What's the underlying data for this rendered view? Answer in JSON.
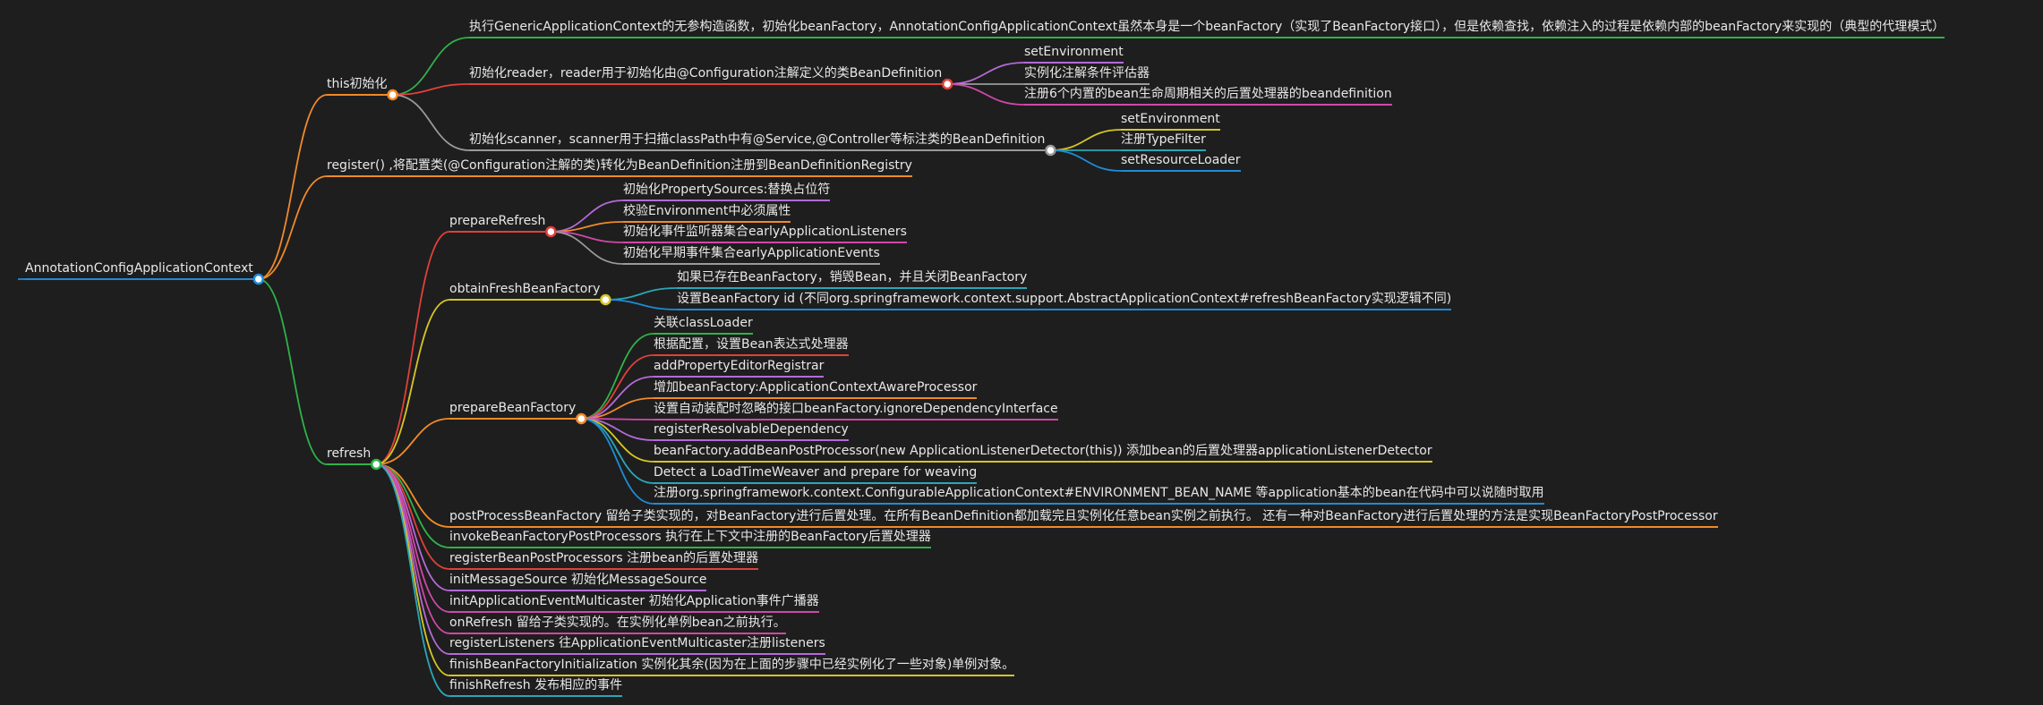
{
  "root": "AnnotationConfigApplicationContext",
  "nodes": {
    "this_init": "this初始化",
    "generic_ctor": "执行GenericApplicationContext的无参构造函数，初始化beanFactory，AnnotationConfigApplicationContext虽然本身是一个beanFactory（实现了BeanFactory接口），但是依赖查找，依赖注入的过程是依赖内部的beanFactory来实现的（典型的代理模式）",
    "reader": "初始化reader，reader用于初始化由@Configuration注解定义的类BeanDefinition",
    "reader_children": [
      "setEnvironment",
      "实例化注解条件评估器",
      "注册6个内置的bean生命周期相关的后置处理器的beandefinition"
    ],
    "scanner": "初始化scanner，scanner用于扫描classPath中有@Service,@Controller等标注类的BeanDefinition",
    "scanner_children": [
      "setEnvironment",
      "注册TypeFilter",
      "setResourceLoader"
    ],
    "register": "register() ,将配置类(@Configuration注解的类)转化为BeanDefinition注册到BeanDefinitionRegistry",
    "refresh": "refresh",
    "prepare_refresh": "prepareRefresh",
    "prepare_refresh_children": [
      "初始化PropertySources:替换占位符",
      "校验Environment中必须属性",
      "初始化事件监听器集合earlyApplicationListeners",
      "初始化早期事件集合earlyApplicationEvents"
    ],
    "obtain": "obtainFreshBeanFactory",
    "obtain_children": [
      "如果已存在BeanFactory，销毁Bean，并且关闭BeanFactory",
      "设置BeanFactory id (不同org.springframework.context.support.AbstractApplicationContext#refreshBeanFactory实现逻辑不同)"
    ],
    "prepare_bf": "prepareBeanFactory",
    "prepare_bf_children": [
      "关联classLoader",
      "根据配置，设置Bean表达式处理器",
      "addPropertyEditorRegistrar",
      "增加beanFactory:ApplicationContextAwareProcessor",
      "设置自动装配时忽略的接口beanFactory.ignoreDependencyInterface",
      "registerResolvableDependency",
      "beanFactory.addBeanPostProcessor(new ApplicationListenerDetector(this)) 添加bean的后置处理器applicationListenerDetector",
      "Detect a LoadTimeWeaver and prepare for weaving",
      "注册org.springframework.context.ConfigurableApplicationContext#ENVIRONMENT_BEAN_NAME 等application基本的bean在代码中可以说随时取用"
    ],
    "refresh_rest": [
      "postProcessBeanFactory 留给子类实现的，对BeanFactory进行后置处理。在所有BeanDefinition都加载完且实例化任意bean实例之前执行。 还有一种对BeanFactory进行后置处理的方法是实现BeanFactoryPostProcessor",
      "invokeBeanFactoryPostProcessors 执行在上下文中注册的BeanFactory后置处理器",
      "registerBeanPostProcessors 注册bean的后置处理器",
      "initMessageSource 初始化MessageSource",
      "initApplicationEventMulticaster 初始化Application事件广播器",
      "onRefresh 留给子类实现的。在实例化单例bean之前执行。",
      "registerListeners 往ApplicationEventMulticaster注册listeners",
      "finishBeanFactoryInitialization 实例化其余(因为在上面的步骤中已经实例化了一些对象)单例对象。",
      "finishRefresh 发布相应的事件"
    ]
  },
  "colors": {
    "background": "#1e1e1e",
    "text": "#e8e8e8",
    "blue": "#1f8bd6",
    "orange": "#f08a2a",
    "green": "#2fb24a",
    "red": "#e0403a",
    "purple": "#b46ad8",
    "gray": "#9a9a9a",
    "yellow": "#d7c525",
    "teal": "#2aa6b8",
    "pink": "#d048a8"
  }
}
